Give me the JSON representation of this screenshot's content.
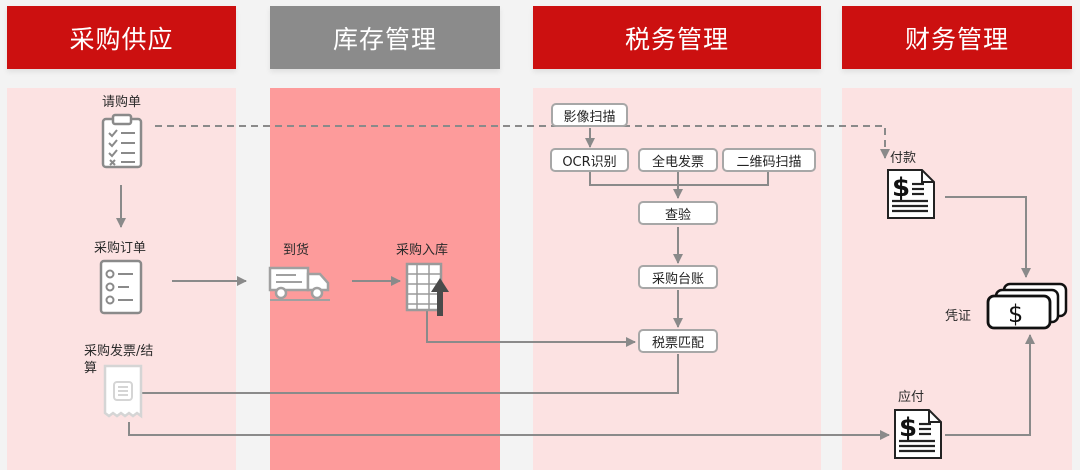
{
  "headers": {
    "procurement": "采购供应",
    "inventory": "库存管理",
    "tax": "税务管理",
    "finance": "财务管理"
  },
  "colors": {
    "header_red": "#cc1010",
    "header_gray": "#8b8b8b",
    "panel_pink": "#fce2e2",
    "panel_red": "#fd9b9b",
    "arrow": "#8a8a8a",
    "box_border": "#a7a7a7"
  },
  "procurement": {
    "requisition": "请购单",
    "purchase_order": "采购订单",
    "invoice_settlement_line1": "采购发票/结",
    "invoice_settlement_line2": "算"
  },
  "inventory": {
    "arrival": "到货",
    "warehouse_in": "采购入库"
  },
  "tax": {
    "image_scan": "影像扫描",
    "ocr": "OCR识别",
    "e_invoice": "全电发票",
    "qr_scan": "二维码扫描",
    "verify": "查验",
    "ledger": "采购台账",
    "invoice_match": "税票匹配"
  },
  "finance": {
    "payment": "付款",
    "voucher": "凭证",
    "payable": "应付"
  },
  "icons": {
    "clipboard": "clipboard-checklist-icon",
    "order_list": "order-list-icon",
    "receipt": "receipt-icon",
    "truck": "delivery-truck-icon",
    "warehouse": "warehouse-in-icon",
    "dollar_doc": "dollar-document-icon",
    "dollar_stack": "dollar-bills-stack-icon"
  }
}
